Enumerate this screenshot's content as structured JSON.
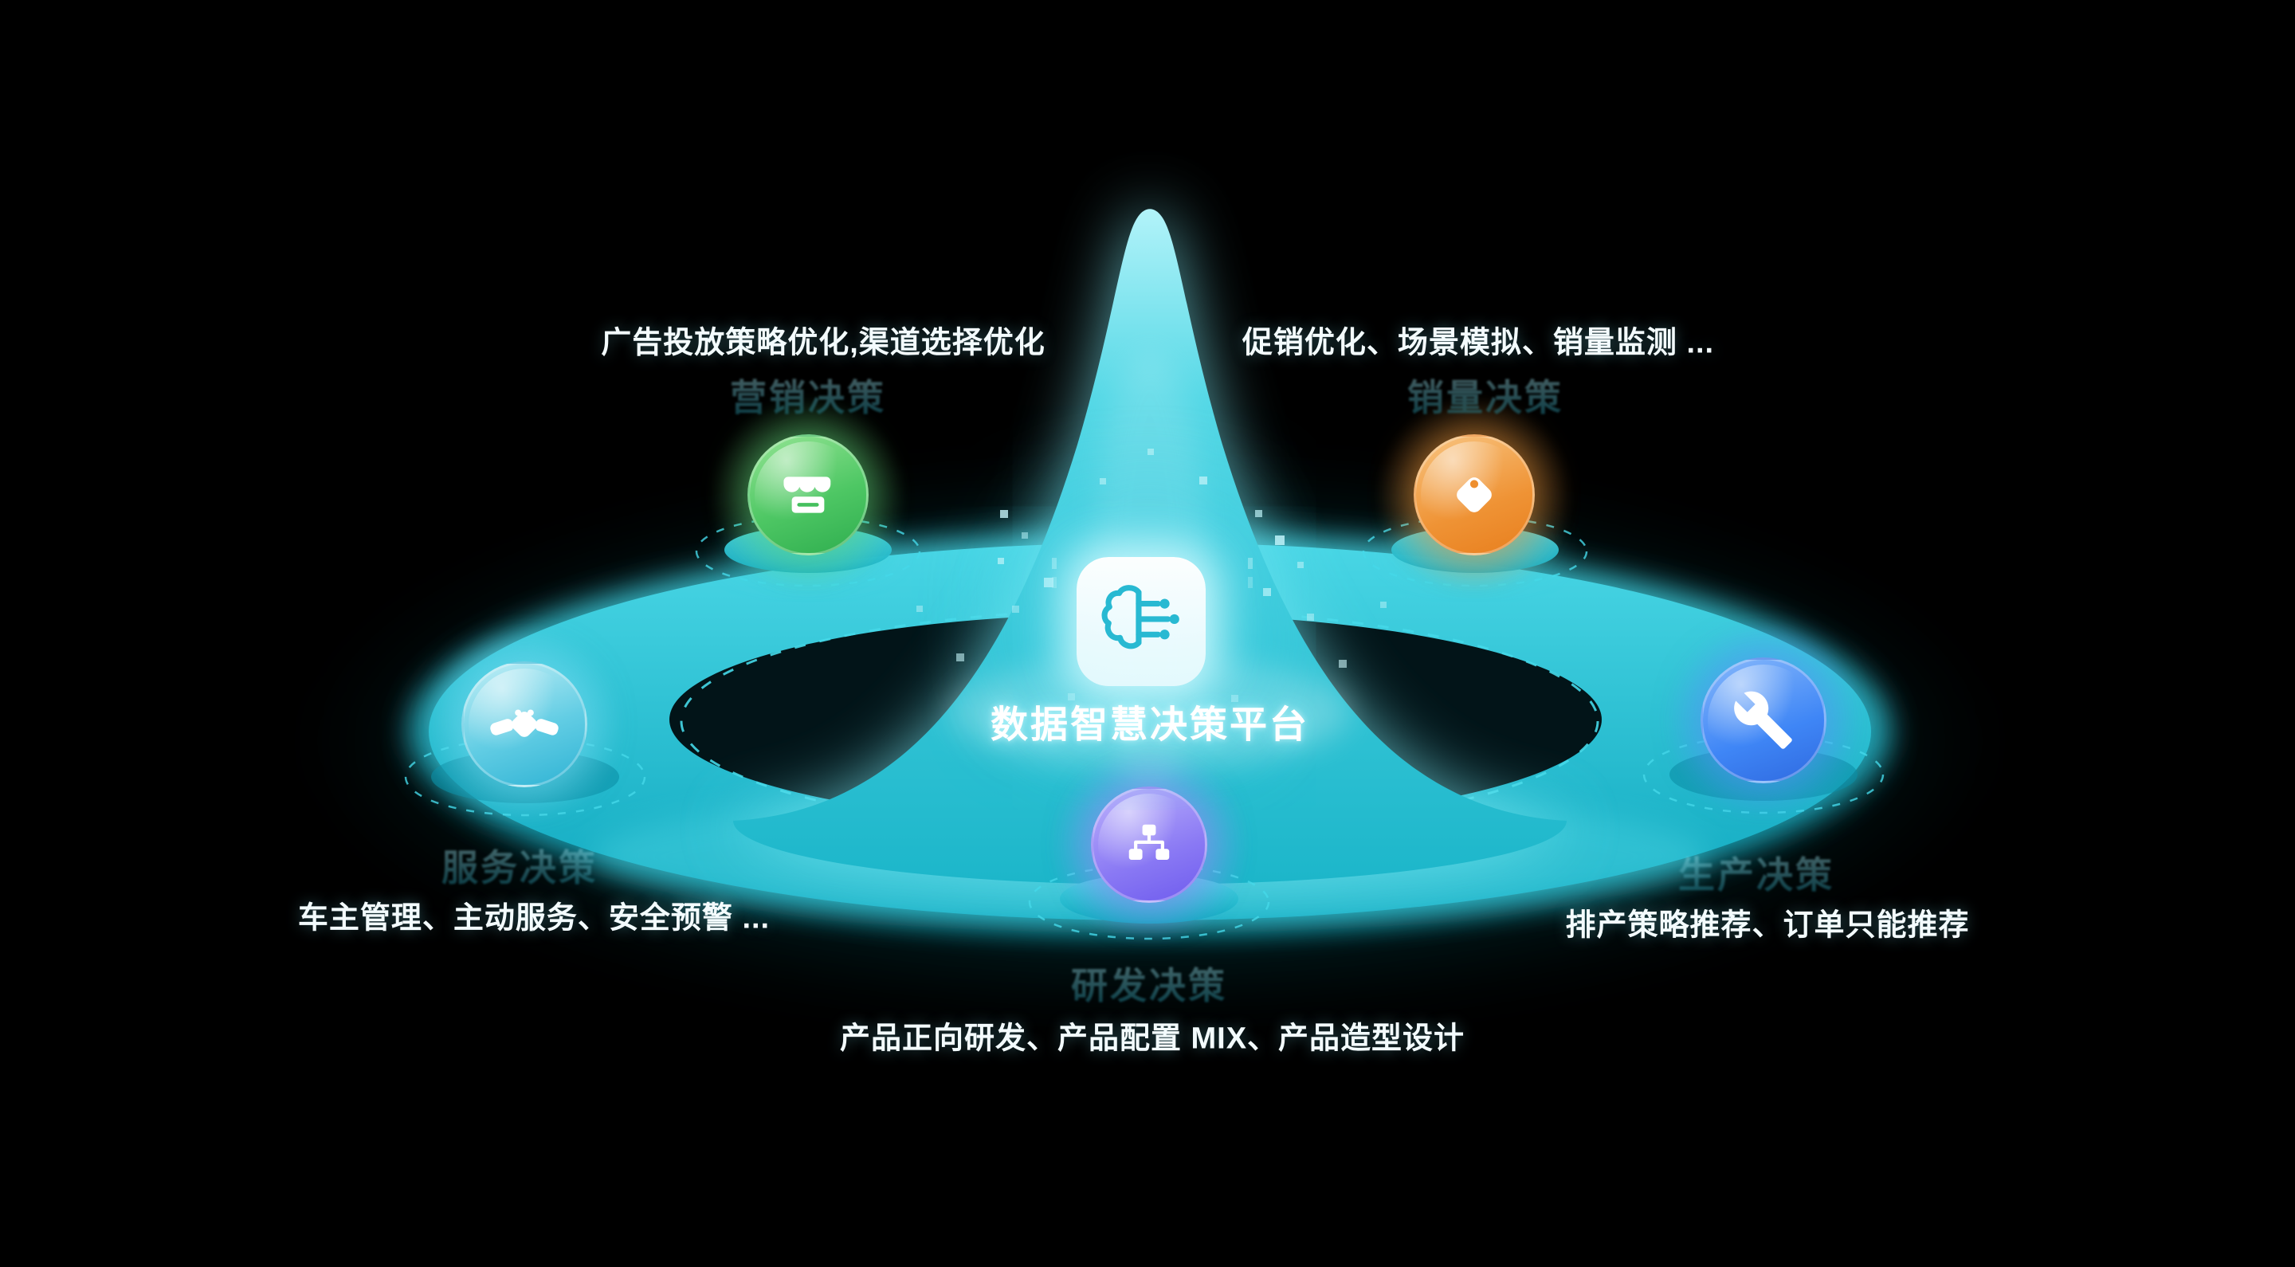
{
  "center": {
    "title": "数据智慧决策平台",
    "icon": "brain-circuit-icon"
  },
  "nodes": [
    {
      "id": "marketing",
      "label": "营销决策",
      "desc": "广告投放策略优化,渠道选择优化",
      "accent": "#4ec764",
      "icon": "storefront-icon"
    },
    {
      "id": "sales",
      "label": "销量决策",
      "desc": "促销优化、场景模拟、销量监测 ...",
      "accent": "#ef9335",
      "icon": "price-tag-icon"
    },
    {
      "id": "service",
      "label": "服务决策",
      "desc": "车主管理、主动服务、安全预警 ...",
      "accent": "#62cde4",
      "icon": "handshake-icon"
    },
    {
      "id": "production",
      "label": "生产决策",
      "desc": "排产策略推荐、订单只能推荐",
      "accent": "#3f86f6",
      "icon": "wrench-icon"
    },
    {
      "id": "rnd",
      "label": "研发决策",
      "desc": "产品正向研发、产品配置 MIX、产品造型设计",
      "accent": "#8a79f4",
      "icon": "sitemap-icon"
    }
  ],
  "colors": {
    "background": "#000000",
    "platform_teal": "#2cc8d9",
    "glow_cyan": "#7ee8f2"
  }
}
